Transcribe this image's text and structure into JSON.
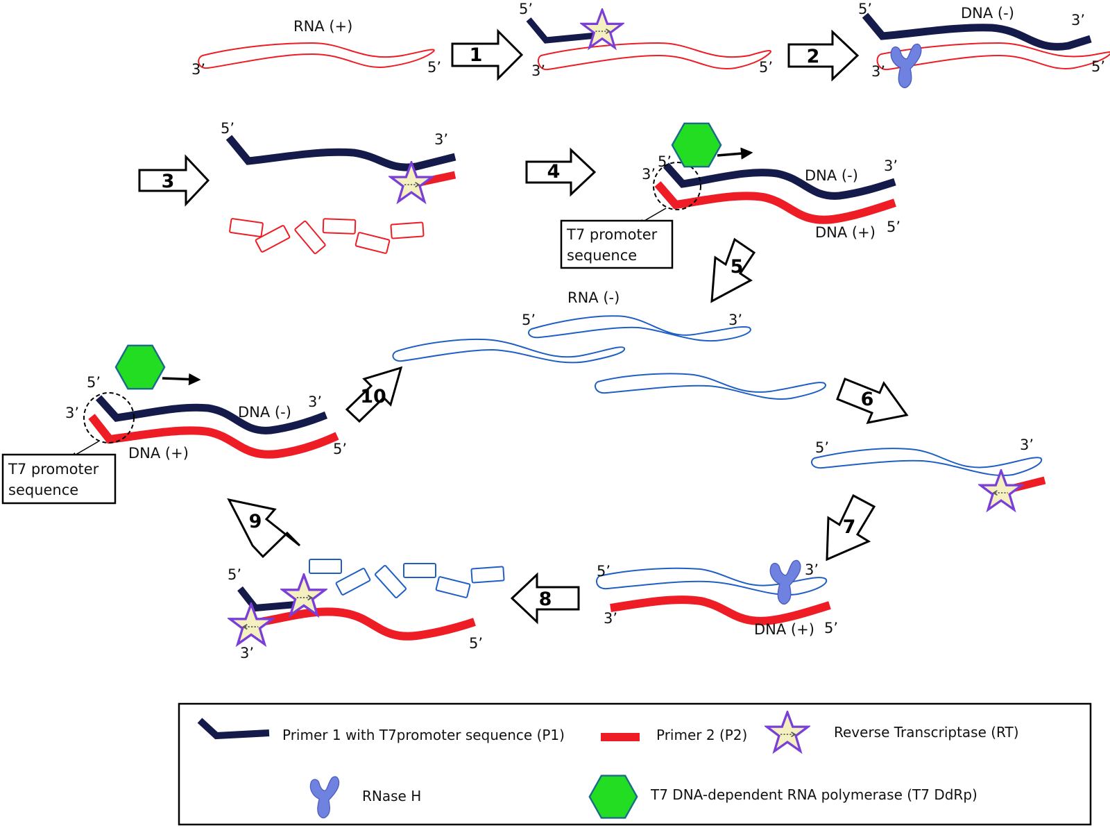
{
  "labels": {
    "five": "5’",
    "three": "3’",
    "rna_plus": "RNA (+)",
    "rna_minus": "RNA (-)",
    "dna_minus": "DNA (-)",
    "dna_plus": "DNA (+)"
  },
  "steps": [
    "1",
    "2",
    "3",
    "4",
    "5",
    "6",
    "7",
    "8",
    "9",
    "10"
  ],
  "callout": {
    "line1": "T7 promoter",
    "line2": "sequence"
  },
  "legend": {
    "p1": "Primer 1 with T7promoter sequence (P1)",
    "p2": "Primer 2 (P2)",
    "rt": "Reverse Transcriptase (RT)",
    "rnaseh": "RNase H",
    "t7": "T7 DNA-dependent RNA polymerase (T7 DdRp)"
  },
  "colors": {
    "navy": "#141a4a",
    "red": "#ee1c24",
    "blue": "#1f5fc4",
    "green": "#22dd22",
    "star_fill": "#f5f0c0",
    "star_stroke": "#7a3fd6",
    "rnase": "#6f82e0"
  }
}
